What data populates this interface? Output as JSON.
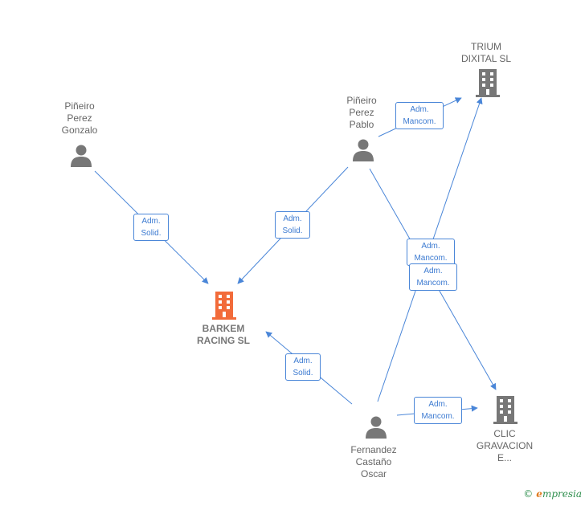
{
  "nodes": {
    "pineiro_gonzalo": {
      "lines": [
        "Piñeiro",
        "Perez",
        "Gonzalo"
      ]
    },
    "pineiro_pablo": {
      "lines": [
        "Piñeiro",
        "Perez",
        "Pablo"
      ]
    },
    "trium": {
      "lines": [
        "TRIUM",
        "DIXITAL  SL"
      ]
    },
    "barkem": {
      "lines": [
        "BARKEM",
        "RACING  SL"
      ]
    },
    "fernandez": {
      "lines": [
        "Fernandez",
        "Castaño",
        "Oscar"
      ]
    },
    "clic": {
      "lines": [
        "CLIC",
        "GRAVACION",
        "E..."
      ]
    }
  },
  "edges": [
    {
      "role": [
        "Adm.",
        "Solid."
      ]
    },
    {
      "role": [
        "Adm.",
        "Solid."
      ]
    },
    {
      "role": [
        "Adm.",
        "Mancom."
      ]
    },
    {
      "role": [
        "Adm.",
        "Mancom."
      ]
    },
    {
      "role": [
        "Adm.",
        "Mancom."
      ]
    },
    {
      "role": [
        "Adm.",
        "Solid."
      ]
    },
    {
      "role": [
        "Adm.",
        "Mancom."
      ]
    }
  ],
  "colors": {
    "edge": "#4a86d8",
    "person": "#777777",
    "company": "#777777",
    "focus": "#f26b3a"
  },
  "brand": {
    "symbol": "©",
    "initial": "e",
    "rest": "mpresia"
  }
}
